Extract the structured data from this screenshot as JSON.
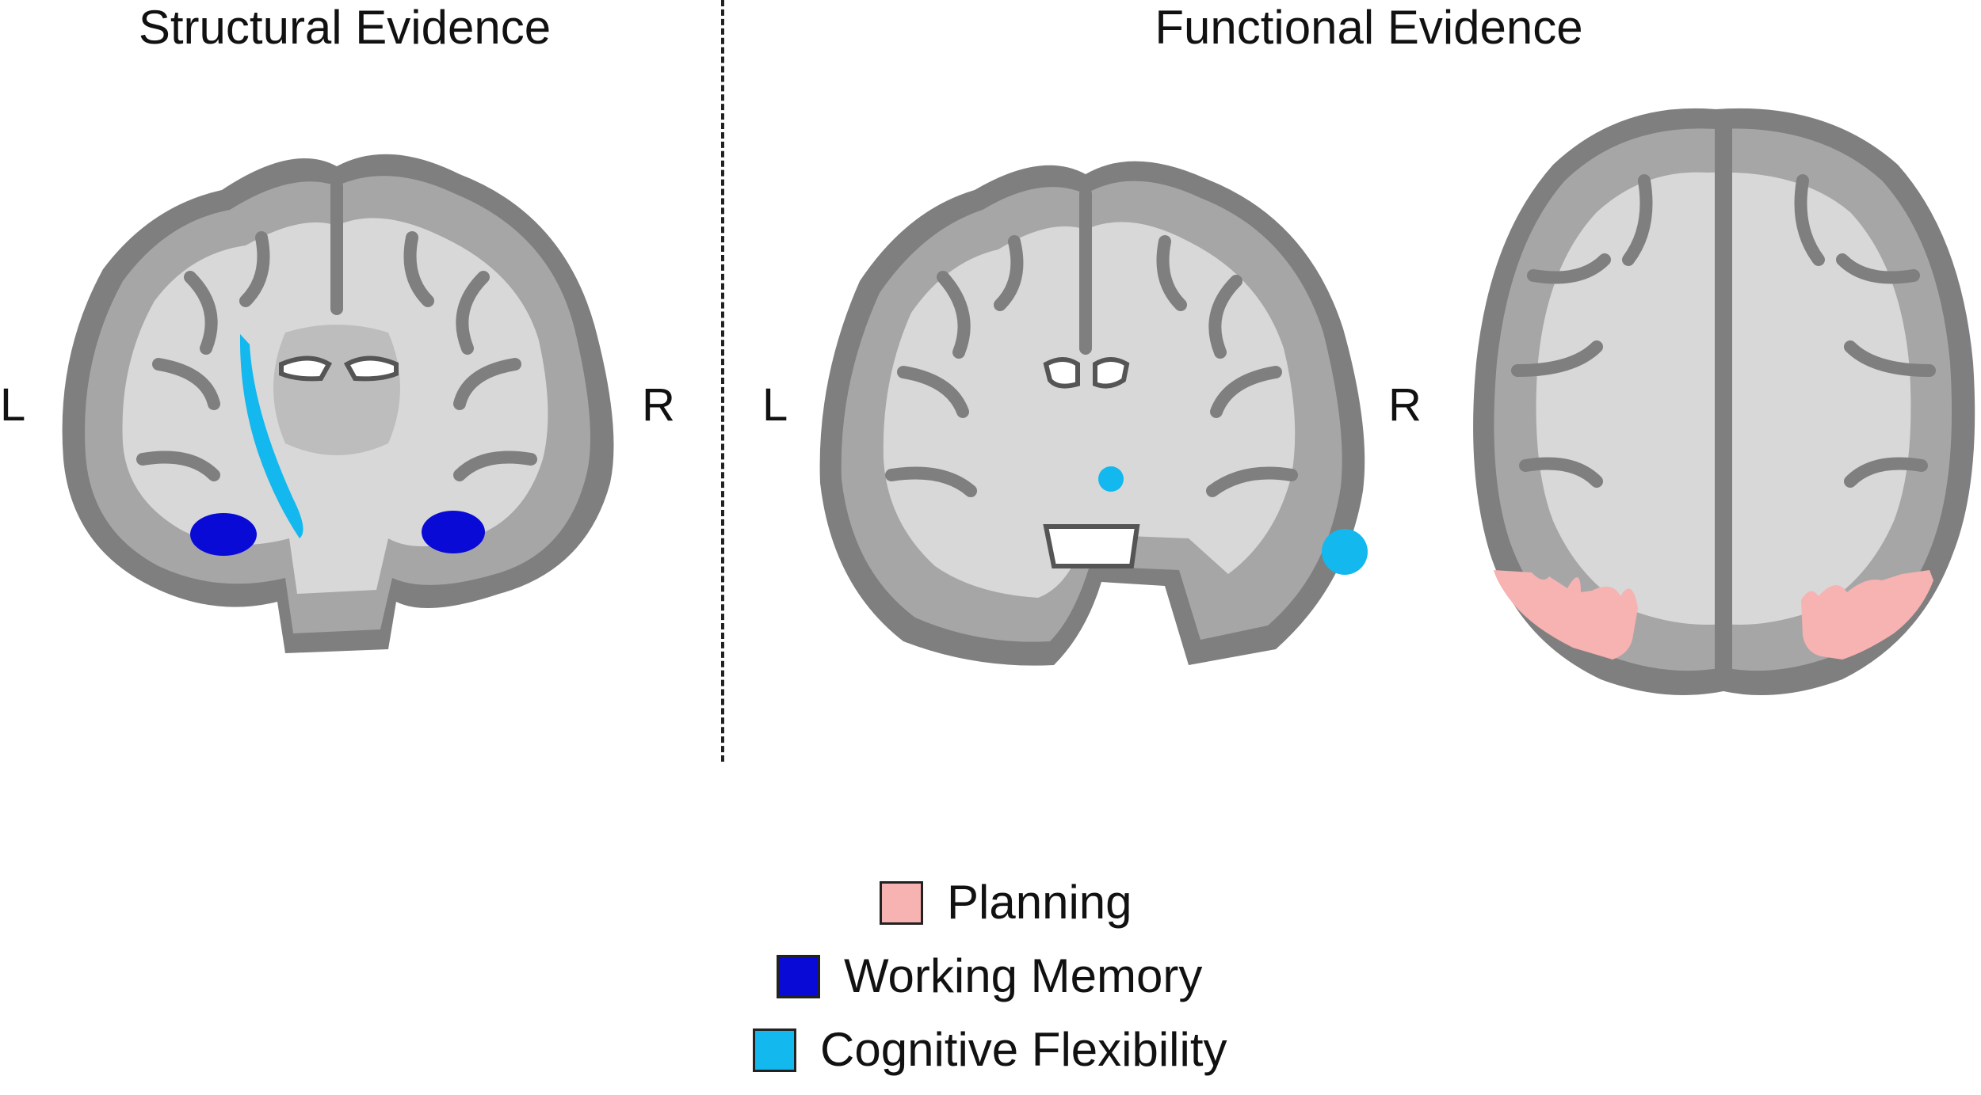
{
  "titles": {
    "structural": "Structural Evidence",
    "functional": "Functional Evidence"
  },
  "orientation": {
    "left": "L",
    "right": "R"
  },
  "colors": {
    "planning": "#f7b2b2",
    "working_memory": "#0a0ad6",
    "cognitive_flexibility": "#12b8ee",
    "brain_outer": "#7f7f7f",
    "brain_gray": "#a6a6a6",
    "brain_white": "#d8d8d8",
    "brain_deep": "#bdbdbd"
  },
  "legend": [
    {
      "label": "Planning",
      "color": "#f7b2b2"
    },
    {
      "label": "Working Memory",
      "color": "#0a0ad6"
    },
    {
      "label": "Cognitive Flexibility",
      "color": "#12b8ee"
    }
  ]
}
